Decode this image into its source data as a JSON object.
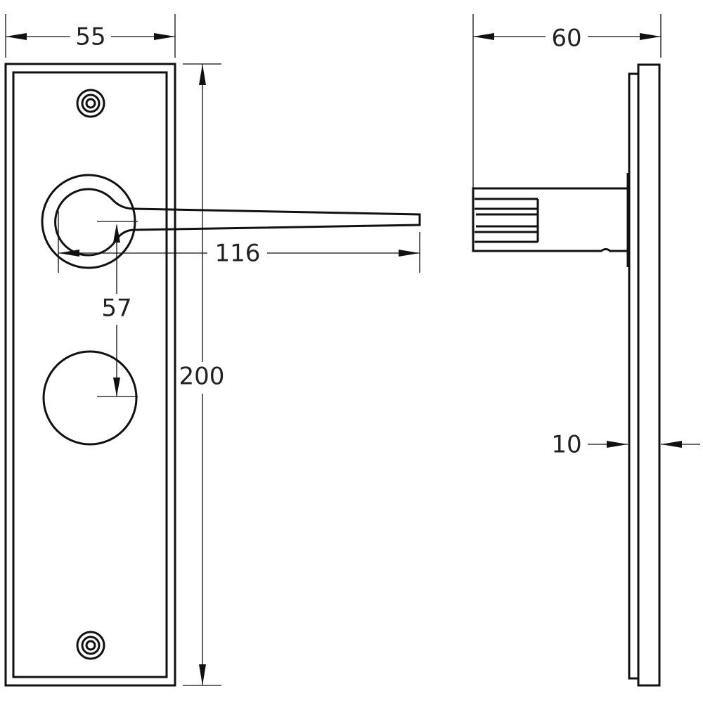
{
  "dimensions": {
    "plate_width": "55",
    "plate_height": "200",
    "projection": "60",
    "lever_length": "116",
    "centres": "57",
    "plate_thickness": "10"
  },
  "colors": {
    "line": "#111111",
    "background": "#ffffff"
  }
}
